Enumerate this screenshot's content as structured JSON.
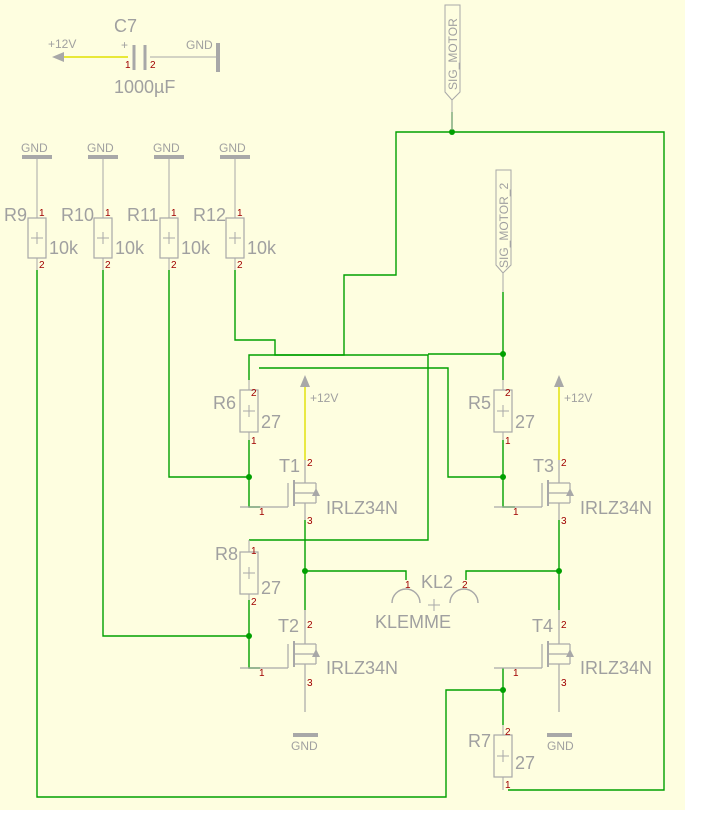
{
  "colors": {
    "background": "#fefee0",
    "wire": "#00a000",
    "component": "#a8a8a8",
    "pin_number": "#a00000",
    "supply": "#e0e000"
  },
  "parts": {
    "c7": {
      "name": "C7",
      "value": "1000µF",
      "plus": "+",
      "p1": "1",
      "p2": "2"
    },
    "r9": {
      "name": "R9",
      "value": "10k",
      "p1": "1",
      "p2": "2"
    },
    "r10": {
      "name": "R10",
      "value": "10k",
      "p1": "1",
      "p2": "2"
    },
    "r11": {
      "name": "R11",
      "value": "10k",
      "p1": "1",
      "p2": "2"
    },
    "r12": {
      "name": "R12",
      "value": "10k",
      "p1": "1",
      "p2": "2"
    },
    "r6": {
      "name": "R6",
      "value": "27",
      "p1": "1",
      "p2": "2"
    },
    "r5": {
      "name": "R5",
      "value": "27",
      "p1": "1",
      "p2": "2"
    },
    "r8": {
      "name": "R8",
      "value": "27",
      "p1": "1",
      "p2": "2"
    },
    "r7": {
      "name": "R7",
      "value": "27",
      "p1": "1",
      "p2": "2"
    },
    "t1": {
      "name": "T1",
      "value": "IRLZ34N",
      "p1": "1",
      "p2": "2",
      "p3": "3"
    },
    "t2": {
      "name": "T2",
      "value": "IRLZ34N",
      "p1": "1",
      "p2": "2",
      "p3": "3"
    },
    "t3": {
      "name": "T3",
      "value": "IRLZ34N",
      "p1": "1",
      "p2": "2",
      "p3": "3"
    },
    "t4": {
      "name": "T4",
      "value": "IRLZ34N",
      "p1": "1",
      "p2": "2",
      "p3": "3"
    },
    "kl2": {
      "name": "KL2",
      "value": "KLEMME",
      "p1": "1",
      "p2": "2"
    }
  },
  "supplies": {
    "plus12": "+12V",
    "gnd": "GND"
  },
  "signals": {
    "sig_motor": "SIG_MOTOR",
    "sig_motor_2": "SIG_MOTOR_2"
  }
}
